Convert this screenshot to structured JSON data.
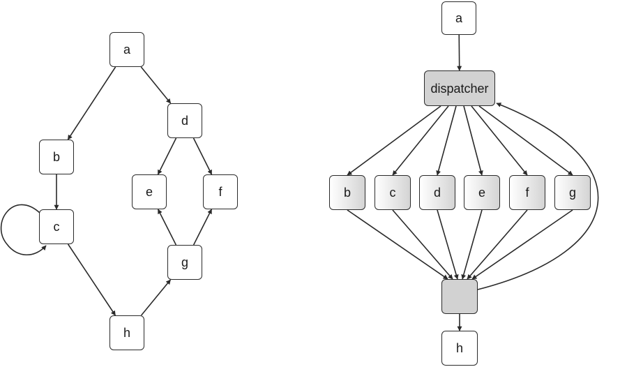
{
  "left_graph": {
    "nodes": {
      "a": "a",
      "b": "b",
      "c": "c",
      "d": "d",
      "e": "e",
      "f": "f",
      "g": "g",
      "h": "h"
    },
    "edges": [
      [
        "a",
        "b"
      ],
      [
        "a",
        "d"
      ],
      [
        "b",
        "c"
      ],
      [
        "c",
        "c"
      ],
      [
        "c",
        "h"
      ],
      [
        "d",
        "e"
      ],
      [
        "d",
        "f"
      ],
      [
        "h",
        "g"
      ],
      [
        "g",
        "e"
      ],
      [
        "g",
        "f"
      ]
    ]
  },
  "right_graph": {
    "nodes": {
      "a": "a",
      "dispatcher": "dispatcher",
      "b": "b",
      "c": "c",
      "d": "d",
      "e": "e",
      "f": "f",
      "g": "g",
      "join": "",
      "h": "h"
    },
    "edges": [
      [
        "a",
        "dispatcher"
      ],
      [
        "dispatcher",
        "b"
      ],
      [
        "dispatcher",
        "c"
      ],
      [
        "dispatcher",
        "d"
      ],
      [
        "dispatcher",
        "e"
      ],
      [
        "dispatcher",
        "f"
      ],
      [
        "dispatcher",
        "g"
      ],
      [
        "b",
        "join"
      ],
      [
        "c",
        "join"
      ],
      [
        "d",
        "join"
      ],
      [
        "e",
        "join"
      ],
      [
        "f",
        "join"
      ],
      [
        "g",
        "join"
      ],
      [
        "join",
        "dispatcher"
      ],
      [
        "join",
        "h"
      ]
    ]
  },
  "colors": {
    "stroke": "#2a2a2a",
    "node_fill": "#ffffff",
    "dispatcher_fill": "#d2d2d2",
    "shaded_gradient_end": "#d4d4d4"
  }
}
